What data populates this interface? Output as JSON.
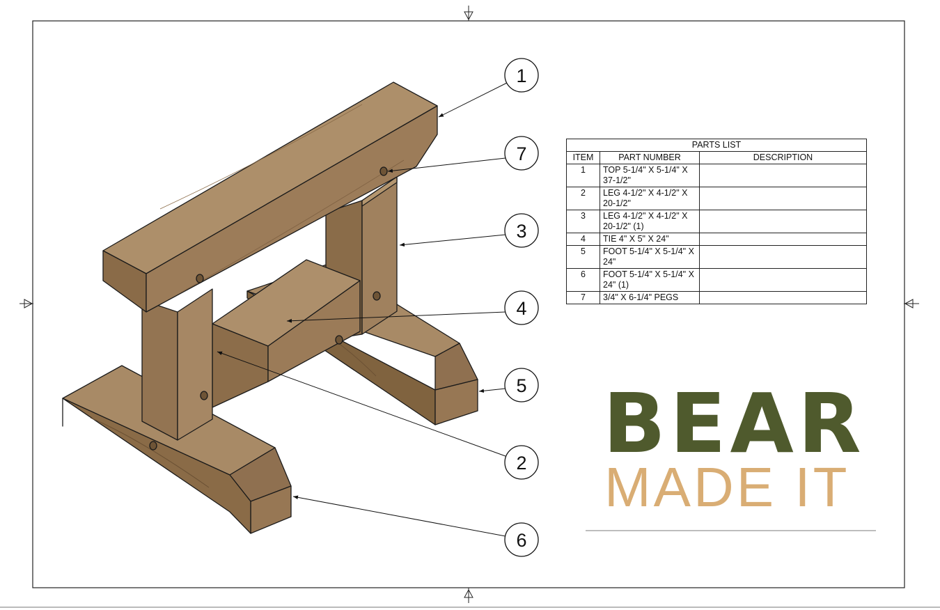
{
  "balloons": [
    "1",
    "7",
    "3",
    "4",
    "5",
    "2",
    "6"
  ],
  "parts_list": {
    "title": "PARTS LIST",
    "headers": [
      "ITEM",
      "PART NUMBER",
      "DESCRIPTION"
    ],
    "rows": [
      {
        "item": "1",
        "part_number": "TOP 5-1/4\" X 5-1/4\" X 37-1/2\"",
        "description": ""
      },
      {
        "item": "2",
        "part_number": "LEG 4-1/2\" X 4-1/2\" X 20-1/2\"",
        "description": ""
      },
      {
        "item": "3",
        "part_number": "LEG 4-1/2\" X 4-1/2\" X 20-1/2\" (1)",
        "description": ""
      },
      {
        "item": "4",
        "part_number": "TIE 4\" X 5\" X 24\"",
        "description": ""
      },
      {
        "item": "5",
        "part_number": "FOOT 5-1/4\" X 5-1/4\" X 24\"",
        "description": ""
      },
      {
        "item": "6",
        "part_number": "FOOT 5-1/4\" X 5-1/4\" X 24\" (1)",
        "description": ""
      },
      {
        "item": "7",
        "part_number": "3/4\" X 6-1/4\" PEGS",
        "description": ""
      }
    ]
  },
  "logo": {
    "line1": "BEAR",
    "line2": "MADE IT",
    "color_primary": "#4f5a2d",
    "color_secondary": "#d9ad74"
  },
  "colors": {
    "wood_top": "#a88a66",
    "wood_front": "#977754",
    "wood_side": "#80633f",
    "outline": "#1a1a1a"
  }
}
